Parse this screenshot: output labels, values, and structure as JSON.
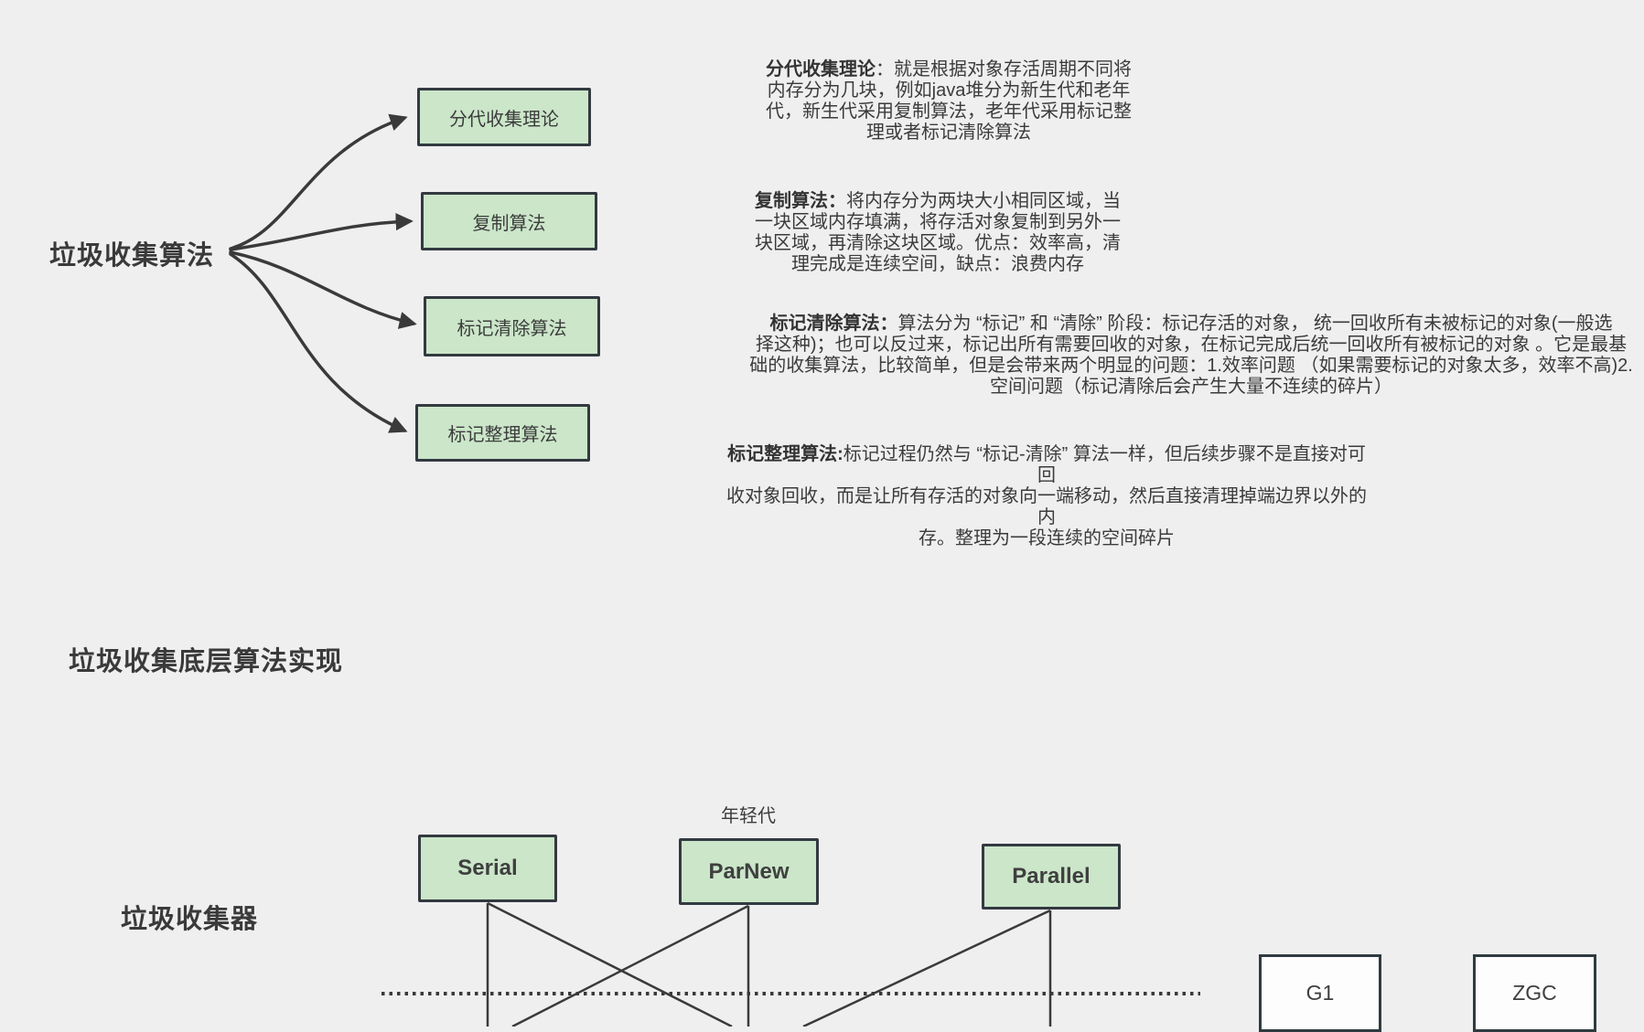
{
  "colors": {
    "background": "#efefef",
    "node_fill": "#cbe6c9",
    "node_border": "#333940",
    "white_box_fill": "#fdfdfd",
    "line": "#3a3a3a"
  },
  "algorithm_map": {
    "root_label": "垃圾收集算法",
    "nodes": [
      {
        "label": "分代收集理论"
      },
      {
        "label": "复制算法"
      },
      {
        "label": "标记清除算法"
      },
      {
        "label": "标记整理算法"
      }
    ],
    "descriptions": [
      {
        "lead": "分代收集理论",
        "body": "：就是根据对象存活周期不同将\n内存分为几块，例如java堆分为新生代和老年\n代，新生代采用复制算法，老年代采用标记整\n理或者标记清除算法"
      },
      {
        "lead": "复制算法：",
        "body": "将内存分为两块大小相同区域，当\n一块区域内存填满，将存活对象复制到另外一\n块区域，再清除这块区域。优点：效率高，清\n理完成是连续空间，缺点：浪费内存"
      },
      {
        "lead": "标记清除算法：",
        "body": "算法分为 “标记” 和 “清除” 阶段：标记存活的对象， 统一回收所有未被标记的对象(一般选\n择这种)；也可以反过来，标记出所有需要回收的对象，在标记完成后统一回收所有被标记的对象 。它是最基\n础的收集算法，比较简单，但是会带来两个明显的问题：1.效率问题 （如果需要标记的对象太多，效率不高)2.\n空间问题（标记清除后会产生大量不连续的碎片）"
      },
      {
        "lead": "标记整理算法:",
        "body": "标记过程仍然与 “标记-清除” 算法一样，但后续步骤不是直接对可回\n收对象回收，而是让所有存活的对象向一端移动，然后直接清理掉端边界以外的内\n存。整理为一段连续的空间碎片"
      }
    ]
  },
  "section2": {
    "heading": "垃圾收集底层算法实现"
  },
  "collectors": {
    "heading": "垃圾收集器",
    "generation_label": "年轻代",
    "young": [
      {
        "label": "Serial"
      },
      {
        "label": "ParNew"
      },
      {
        "label": "Parallel"
      }
    ],
    "other": [
      {
        "label": "G1"
      },
      {
        "label": "ZGC"
      }
    ]
  }
}
